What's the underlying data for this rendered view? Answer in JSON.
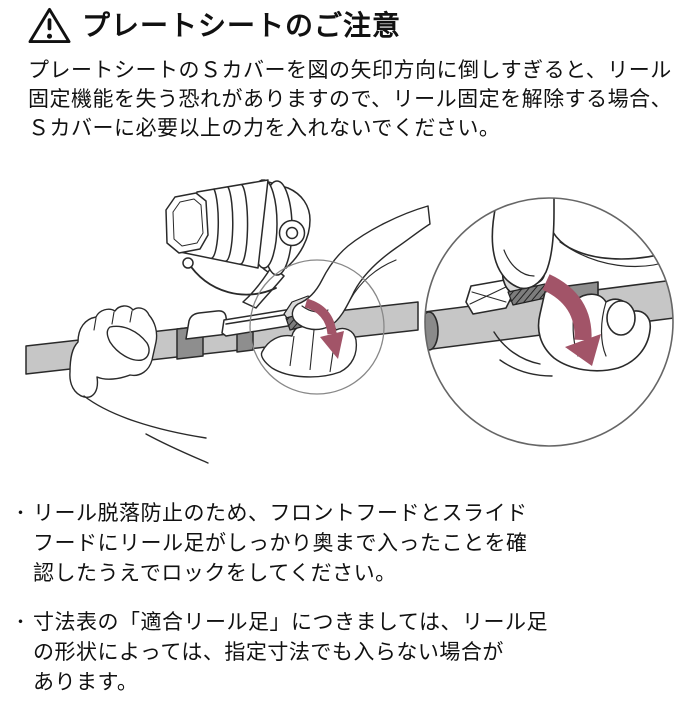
{
  "header": {
    "icon": "warning-triangle",
    "title": "プレートシートのご注意"
  },
  "intro": {
    "lines": [
      "プレートシートのＳカバーを図の矢印方向に倒しすぎると、リール",
      "固定機能を失う恐れがありますので、リール固定を解除する場合、",
      "Ｓカバーに必要以上の力を入れないでください。"
    ]
  },
  "notes": {
    "bullet": "・",
    "items": [
      {
        "lines": [
          "リール脱落防止のため、フロントフードとスライド",
          "フードにリール足がしっかり奥まで入ったことを確",
          "認したうえでロックをしてください。"
        ]
      },
      {
        "lines": [
          "寸法表の「適合リール足」につきましては、リール足",
          "の形状によっては、指定寸法でも入らない場合が",
          "あります。"
        ]
      }
    ]
  },
  "figure": {
    "left_view": "reel-on-rod-with-hands",
    "right_view": "magnified-s-cover-operation",
    "arrow_meaning": "direction-s-cover-is-tilted"
  },
  "colors": {
    "background": "#ffffff",
    "ink": "#111111",
    "line_art": "#2a2a2a",
    "rod": "#c6c6c6",
    "rod_band": "#8e8e8e",
    "rod_cap": "#8a8a8a",
    "lever": "#d9d9d9",
    "arrow": "#a25468",
    "detail_ring": "#888888",
    "magnifier_ring": "#666666"
  }
}
